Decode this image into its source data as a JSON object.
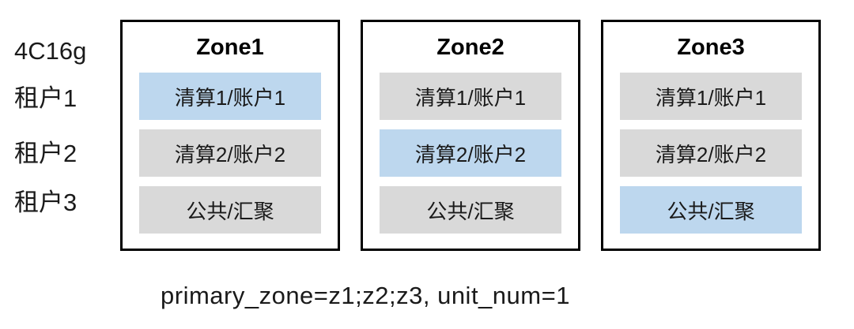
{
  "colors": {
    "highlight": "#BDD7EE",
    "muted": "#D9D9D9",
    "border": "#000000",
    "background": "#FFFFFF"
  },
  "side_labels": {
    "spec": "4C16g",
    "tenant1": "租户1",
    "tenant2": "租户2",
    "tenant3": "租户3"
  },
  "zones": [
    {
      "title": "Zone1",
      "rows": [
        {
          "label": "清算1/账户1",
          "highlighted": true
        },
        {
          "label": "清算2/账户2",
          "highlighted": false
        },
        {
          "label": "公共/汇聚",
          "highlighted": false
        }
      ]
    },
    {
      "title": "Zone2",
      "rows": [
        {
          "label": "清算1/账户1",
          "highlighted": false
        },
        {
          "label": "清算2/账户2",
          "highlighted": true
        },
        {
          "label": "公共/汇聚",
          "highlighted": false
        }
      ]
    },
    {
      "title": "Zone3",
      "rows": [
        {
          "label": "清算1/账户1",
          "highlighted": false
        },
        {
          "label": "清算2/账户2",
          "highlighted": false
        },
        {
          "label": "公共/汇聚",
          "highlighted": true
        }
      ]
    }
  ],
  "caption": "primary_zone=z1;z2;z3,  unit_num=1"
}
